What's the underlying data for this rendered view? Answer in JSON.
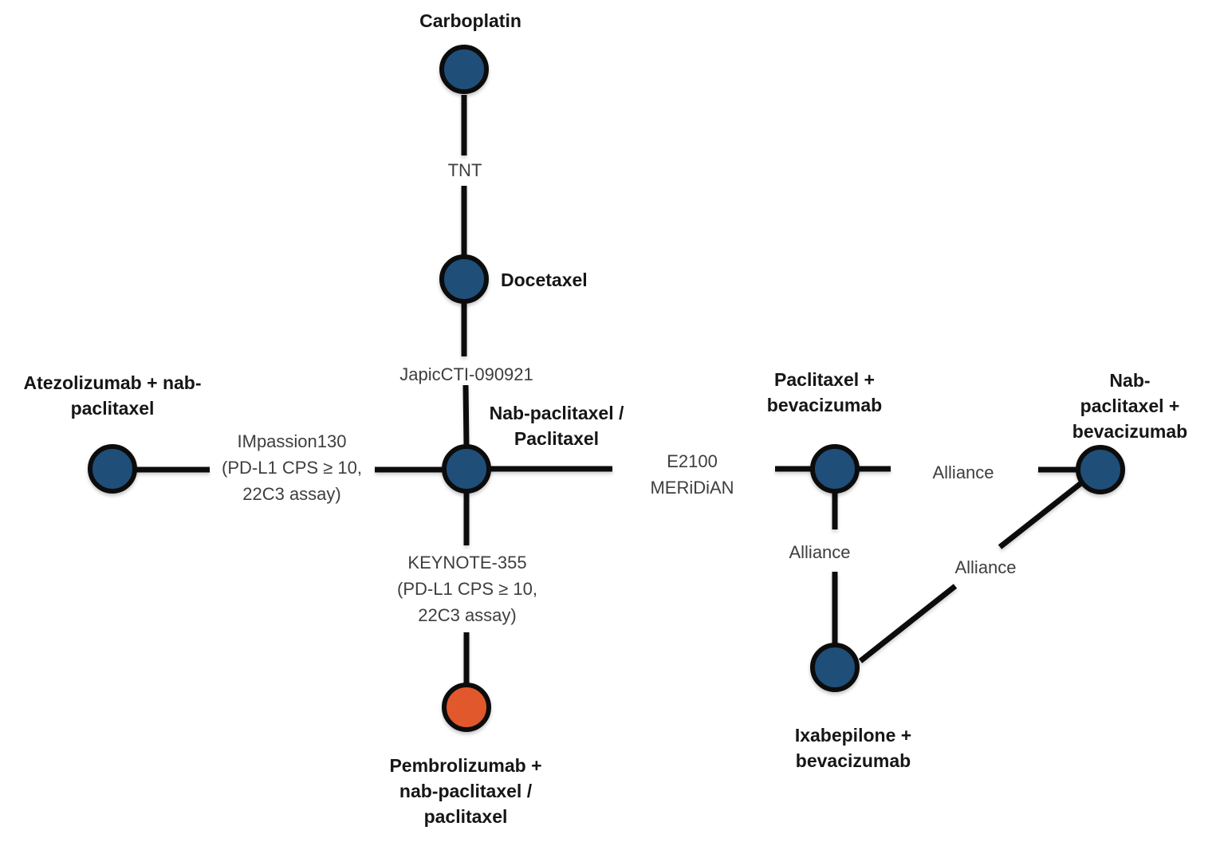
{
  "figure": {
    "type": "network-diagram",
    "background": "#ffffff",
    "colors": {
      "node_fill_blue": "#1f4e79",
      "node_fill_orange": "#e0582b",
      "node_stroke": "#0c0c0c",
      "edge_stroke": "#0c0c0c",
      "node_label_color": "#161616",
      "edge_label_color": "#3e3e3e"
    },
    "nodes": [
      {
        "id": "carboplatin",
        "label": "Carboplatin",
        "color_key": "blue"
      },
      {
        "id": "docetaxel",
        "label": "Docetaxel",
        "color_key": "blue"
      },
      {
        "id": "nab_paclitaxel_paclitaxel",
        "label": "Nab-paclitaxel /\nPaclitaxel",
        "color_key": "blue"
      },
      {
        "id": "atezolizumab_nab_paclitaxel",
        "label": "Atezolizumab + nab-\npaclitaxel",
        "color_key": "blue"
      },
      {
        "id": "pembrolizumab_nab_paclitaxel_paclitaxel",
        "label": "Pembrolizumab +\nnab-paclitaxel /\npaclitaxel",
        "color_key": "orange"
      },
      {
        "id": "paclitaxel_bevacizumab",
        "label": "Paclitaxel +\nbevacizumab",
        "color_key": "blue"
      },
      {
        "id": "nab_paclitaxel_bevacizumab",
        "label": "Nab-paclitaxel +\nbevacizumab",
        "color_key": "blue"
      },
      {
        "id": "ixabepilone_bevacizumab",
        "label": "Ixabepilone +\nbevacizumab",
        "color_key": "blue"
      }
    ],
    "edges": [
      {
        "from": "carboplatin",
        "to": "docetaxel",
        "label": "TNT"
      },
      {
        "from": "docetaxel",
        "to": "nab_paclitaxel_paclitaxel",
        "label": "JapicCTI-090921"
      },
      {
        "from": "atezolizumab_nab_paclitaxel",
        "to": "nab_paclitaxel_paclitaxel",
        "label": "IMpassion130\n(PD-L1 CPS ≥ 10,\n22C3 assay)"
      },
      {
        "from": "nab_paclitaxel_paclitaxel",
        "to": "pembrolizumab_nab_paclitaxel_paclitaxel",
        "label": "KEYNOTE-355\n(PD-L1 CPS ≥ 10,\n22C3 assay)"
      },
      {
        "from": "nab_paclitaxel_paclitaxel",
        "to": "paclitaxel_bevacizumab",
        "label": "E2100\nMERiDiAN"
      },
      {
        "from": "paclitaxel_bevacizumab",
        "to": "nab_paclitaxel_bevacizumab",
        "label": "Alliance"
      },
      {
        "from": "paclitaxel_bevacizumab",
        "to": "ixabepilone_bevacizumab",
        "label": "Alliance"
      },
      {
        "from": "ixabepilone_bevacizumab",
        "to": "nab_paclitaxel_bevacizumab",
        "label": "Alliance"
      }
    ]
  }
}
